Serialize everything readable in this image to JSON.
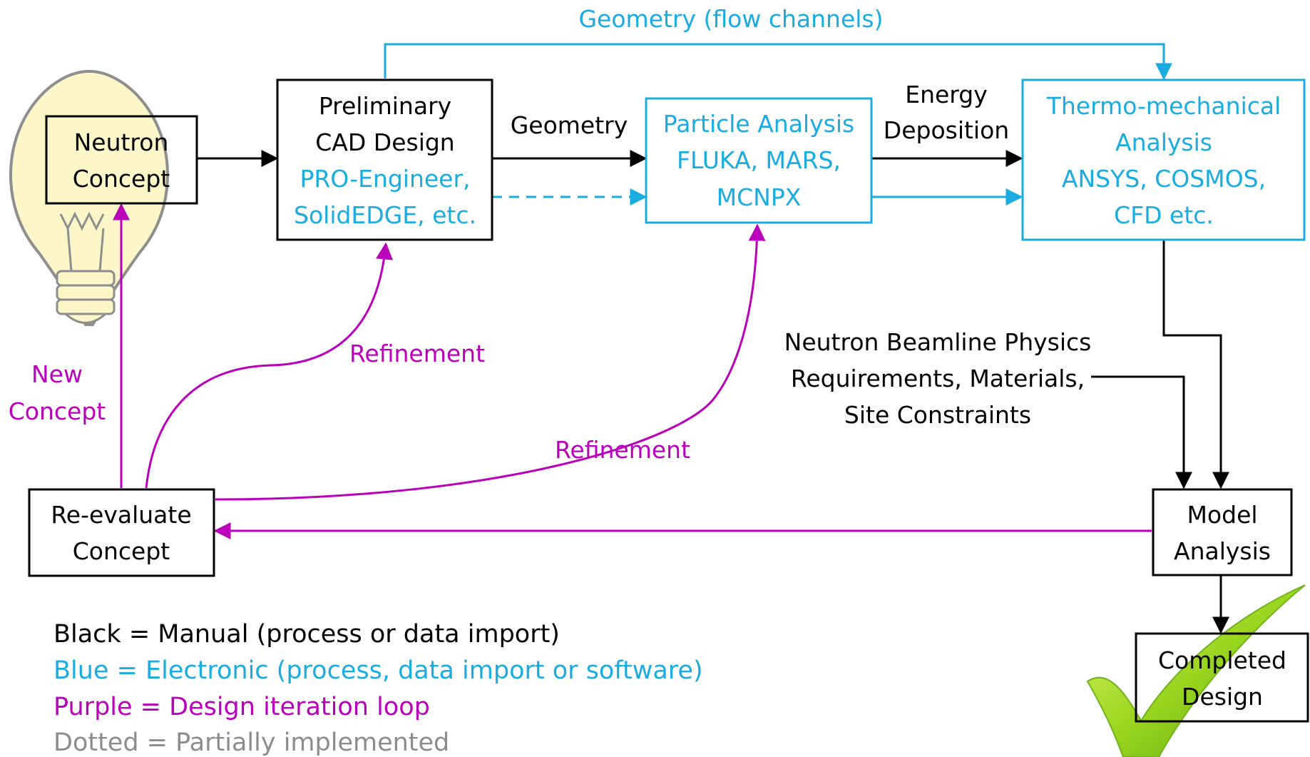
{
  "colors": {
    "manual": "#000000",
    "electronic": "#1aace0",
    "iteration": "#bb00bb",
    "partial": "#8c8c8c",
    "bulb_fill": "#fdf6c8",
    "check_green": "#8ed11f"
  },
  "icons": [
    "lightbulb-icon",
    "checkmark-icon"
  ],
  "boxes": {
    "neutron_concept": {
      "line1": "Neutron",
      "line2": "Concept"
    },
    "prelim_cad": {
      "line1": "Preliminary",
      "line2": "CAD Design",
      "line3": "PRO-Engineer,",
      "line4": "SolidEDGE, etc."
    },
    "particle": {
      "line1": "Particle Analysis",
      "line2": "FLUKA, MARS,",
      "line3": "MCNPX"
    },
    "thermo": {
      "line1": "Thermo-mechanical",
      "line2": "Analysis",
      "line3": "ANSYS, COSMOS,",
      "line4": "CFD etc."
    },
    "reevaluate": {
      "line1": "Re-evaluate",
      "line2": "Concept"
    },
    "model": {
      "line1": "Model",
      "line2": "Analysis"
    },
    "completed": {
      "line1": "Completed",
      "line2": "Design"
    }
  },
  "labels": {
    "geometry_flow": "Geometry (flow channels)",
    "geometry": "Geometry",
    "energy": "Energy",
    "deposition": "Deposition",
    "refinement": "Refinement",
    "new": "New",
    "concept": "Concept",
    "requirements_line1": "Neutron Beamline Physics",
    "requirements_line2": "Requirements, Materials,",
    "requirements_line3": "Site Constraints"
  },
  "legend": {
    "black": "Black = Manual (process or data import)",
    "blue": "Blue = Electronic (process, data import or software)",
    "purple": "Purple = Design iteration loop",
    "dotted": "Dotted = Partially implemented"
  }
}
